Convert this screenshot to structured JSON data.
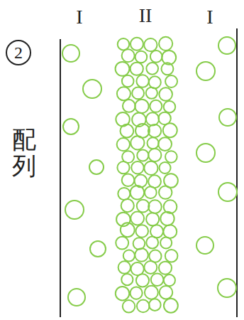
{
  "diagram": {
    "labels": [
      "2",
      "I",
      "II",
      "I",
      "配列"
    ]
  }
}
